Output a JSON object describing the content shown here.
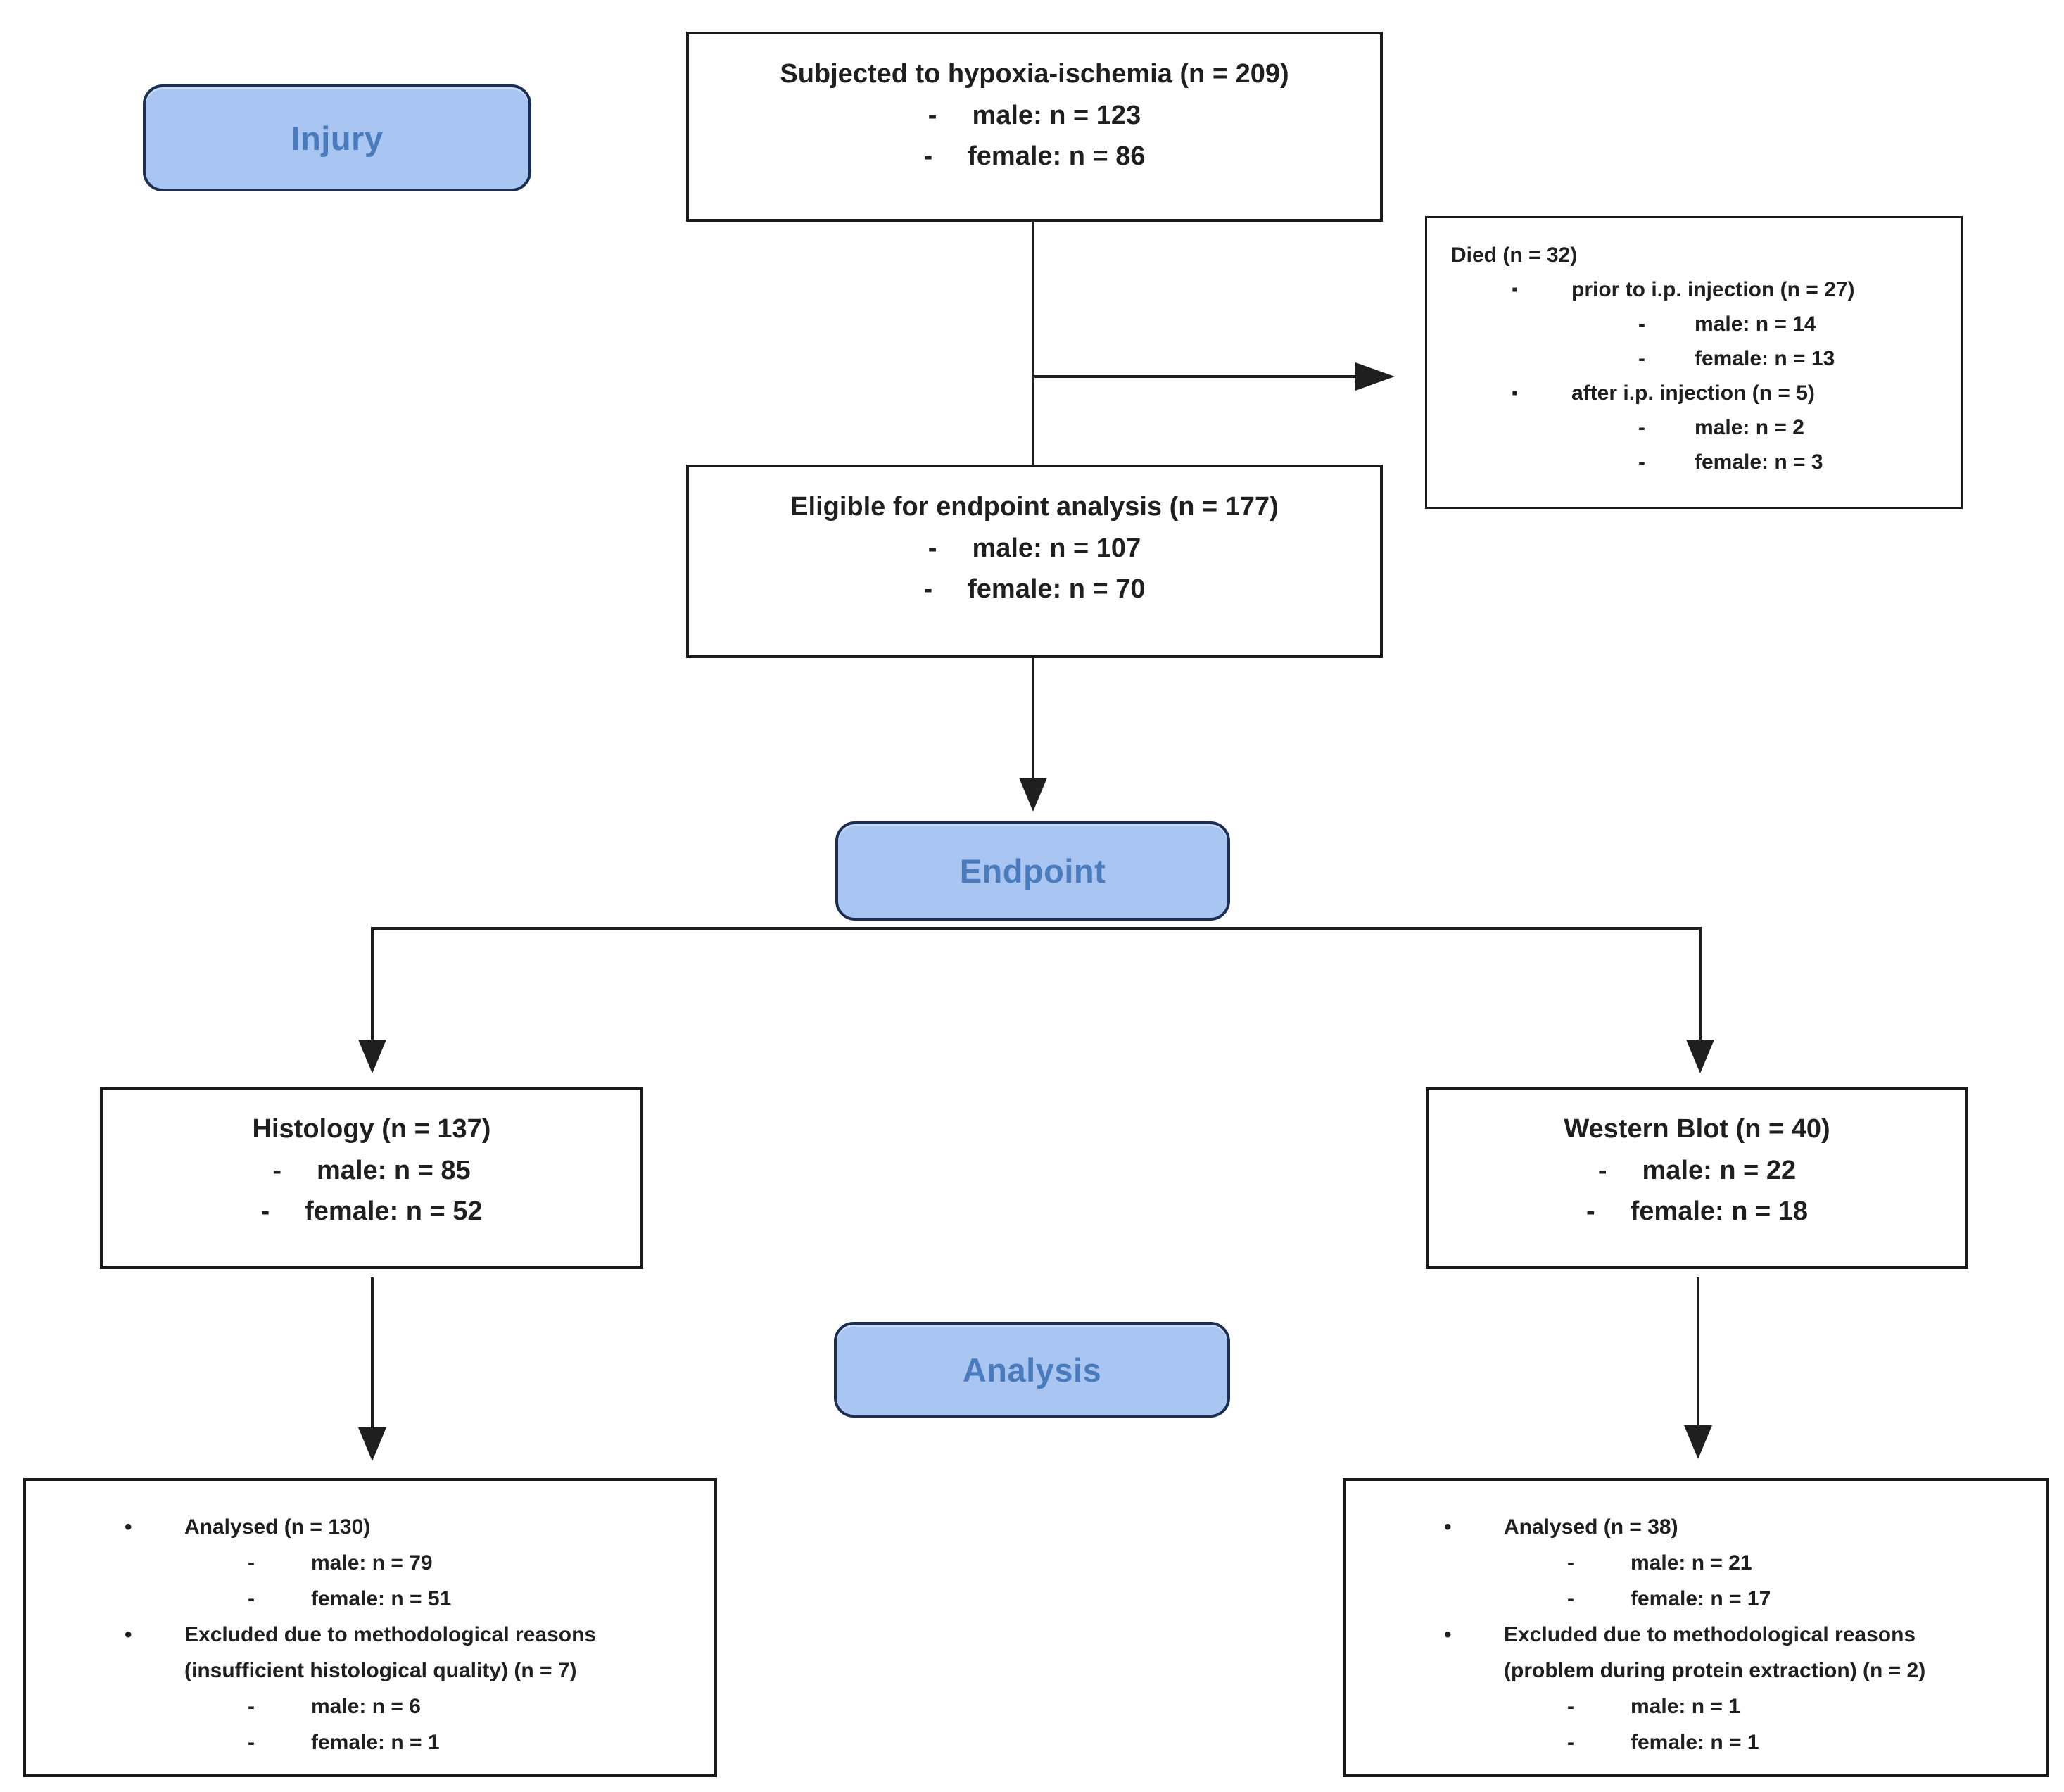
{
  "markers": {
    "dash": "-",
    "bullet": "•",
    "square_bullet": "▪"
  },
  "colors": {
    "background": "#ffffff",
    "line": "#1f1f1f",
    "box_border": "#1a1a1a",
    "text": "#1f1f1f",
    "stage_fill": "#a9c6f3",
    "stage_border": "#1c2f52",
    "stage_text": "#4a7bbd"
  },
  "stages": {
    "injury": "Injury",
    "endpoint": "Endpoint",
    "analysis": "Analysis"
  },
  "boxes": {
    "subjected": {
      "title": "Subjected to hypoxia-ischemia (n = 209)",
      "items": [
        "male: n = 123",
        "female: n = 86"
      ]
    },
    "died": {
      "title": "Died (n = 32)",
      "groups": [
        {
          "label": "prior to i.p. injection (n = 27)",
          "subitems": [
            "male: n = 14",
            "female: n = 13"
          ]
        },
        {
          "label": "after i.p. injection (n = 5)",
          "subitems": [
            "male: n = 2",
            "female: n = 3"
          ]
        }
      ]
    },
    "eligible": {
      "title": "Eligible for endpoint analysis (n = 177)",
      "items": [
        "male: n = 107",
        "female: n = 70"
      ]
    },
    "histology": {
      "title": "Histology (n = 137)",
      "items": [
        "male: n = 85",
        "female: n = 52"
      ]
    },
    "western_blot": {
      "title": "Western Blot (n = 40)",
      "items": [
        "male: n = 22",
        "female: n = 18"
      ]
    },
    "histology_analysis": {
      "groups": [
        {
          "label": "Analysed (n = 130)",
          "subitems": [
            "male: n = 79",
            "female: n = 51"
          ]
        },
        {
          "label": "Excluded due to methodological reasons\n(insufficient histological quality) (n = 7)",
          "subitems": [
            "male: n = 6",
            "female: n = 1"
          ]
        }
      ]
    },
    "western_analysis": {
      "groups": [
        {
          "label": "Analysed (n = 38)",
          "subitems": [
            "male: n = 21",
            "female: n = 17"
          ]
        },
        {
          "label": "Excluded due to methodological reasons\n(problem during protein extraction) (n = 2)",
          "subitems": [
            "male: n = 1",
            "female: n = 1"
          ]
        }
      ]
    }
  }
}
